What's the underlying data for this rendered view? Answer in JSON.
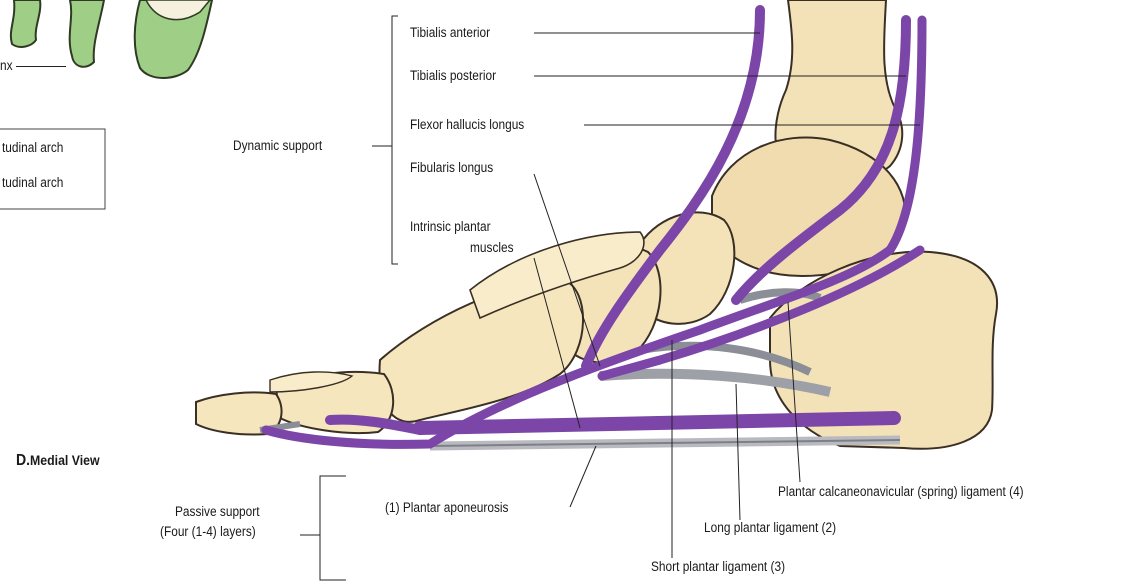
{
  "view_label": {
    "letter": "D.",
    "name": "Medial View"
  },
  "corner": {
    "phalanx_fragment": "nx",
    "legend_line1": "tudinal arch",
    "legend_line2": "tudinal arch"
  },
  "dynamic_support": {
    "group_label": "Dynamic support",
    "items": [
      "Tibialis anterior",
      "Tibialis posterior",
      "Flexor hallucis longus",
      "Fibularis longus",
      "Intrinsic plantar",
      "muscles"
    ]
  },
  "passive_support": {
    "group_label_line1": "Passive support",
    "group_label_line2": "(Four (1-4) layers)",
    "items": [
      "(1) Plantar aponeurosis",
      "Plantar calcaneonavicular (spring) ligament (4)",
      "Long plantar ligament (2)",
      "Short plantar ligament (3)"
    ]
  },
  "colors": {
    "bone": "#f3e2b8",
    "bone_outline": "#3a2f24",
    "tendon": "#7c46a8",
    "ligament": "#9ea0a8",
    "green_bone": "#9fcf86"
  }
}
